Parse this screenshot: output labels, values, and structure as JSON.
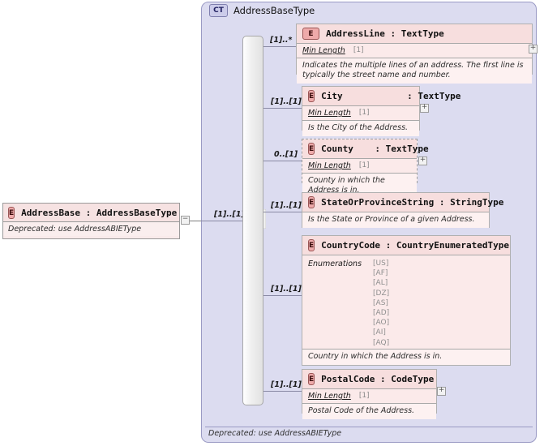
{
  "diagram": {
    "kind": "xsd-schema-diagram",
    "container": {
      "badge": "CT",
      "title": "AddressBaseType",
      "footer_note": "Deprecated: use AddressABIEType"
    },
    "root_element": {
      "badge": "E",
      "label": "AddressBase : AddressBaseType",
      "documentation": "Deprecated: use AddressABIEType",
      "toggle": "−"
    },
    "compositor": {
      "type": "sequence",
      "cardinality": "[1]..[1]"
    },
    "children": [
      {
        "badge": "E",
        "label": "AddressLine : TextType",
        "cardinality": "[1]..*",
        "facet_label": "Min Length",
        "facet_value": "[1]",
        "documentation": "Indicates the multiple lines of an address. The first line is typically the street name and number.",
        "optional": false,
        "toggle": "+"
      },
      {
        "badge": "E",
        "label": "City            : TextType",
        "cardinality": "[1]..[1]",
        "facet_label": "Min Length",
        "facet_value": "[1]",
        "documentation": "Is the City of the Address.",
        "optional": false,
        "toggle": "+"
      },
      {
        "badge": "E",
        "label": "County    : TextType",
        "cardinality": "0..[1]",
        "facet_label": "Min Length",
        "facet_value": "[1]",
        "documentation": "County in which the Address is in.",
        "optional": true,
        "toggle": "+"
      },
      {
        "badge": "E",
        "label": "StateOrProvinceString : StringType",
        "cardinality": "[1]..[1]",
        "facet_label": "",
        "facet_value": "",
        "documentation": "Is the State or Province of a given Address.",
        "optional": false,
        "toggle": ""
      },
      {
        "badge": "E",
        "label": "CountryCode : CountryEnumeratedType",
        "cardinality": "[1]..[1]",
        "facet_label": "Enumerations",
        "facet_value": "",
        "enumerations": [
          "[US]",
          "[AF]",
          "[AL]",
          "[DZ]",
          "[AS]",
          "[AD]",
          "[AO]",
          "[AI]",
          "[AQ]",
          "..."
        ],
        "documentation": "Country in which the Address is in.",
        "optional": false,
        "toggle": ""
      },
      {
        "badge": "E",
        "label": "PostalCode : CodeType",
        "cardinality": "[1]..[1]",
        "facet_label": "Min Length",
        "facet_value": "[1]",
        "documentation": "Postal Code of the Address.",
        "optional": false,
        "toggle": "+"
      }
    ],
    "colors": {
      "container_fill": "#dcdcf0",
      "container_border": "#9a9ac4",
      "element_fill": "#fbeeee",
      "element_header_fill": "#f7dede",
      "element_border": "#b0b0b0",
      "badge_e_fill": "#eeaaaa",
      "badge_ct_fill": "#ccccea",
      "line": "#8a8aa5"
    }
  }
}
